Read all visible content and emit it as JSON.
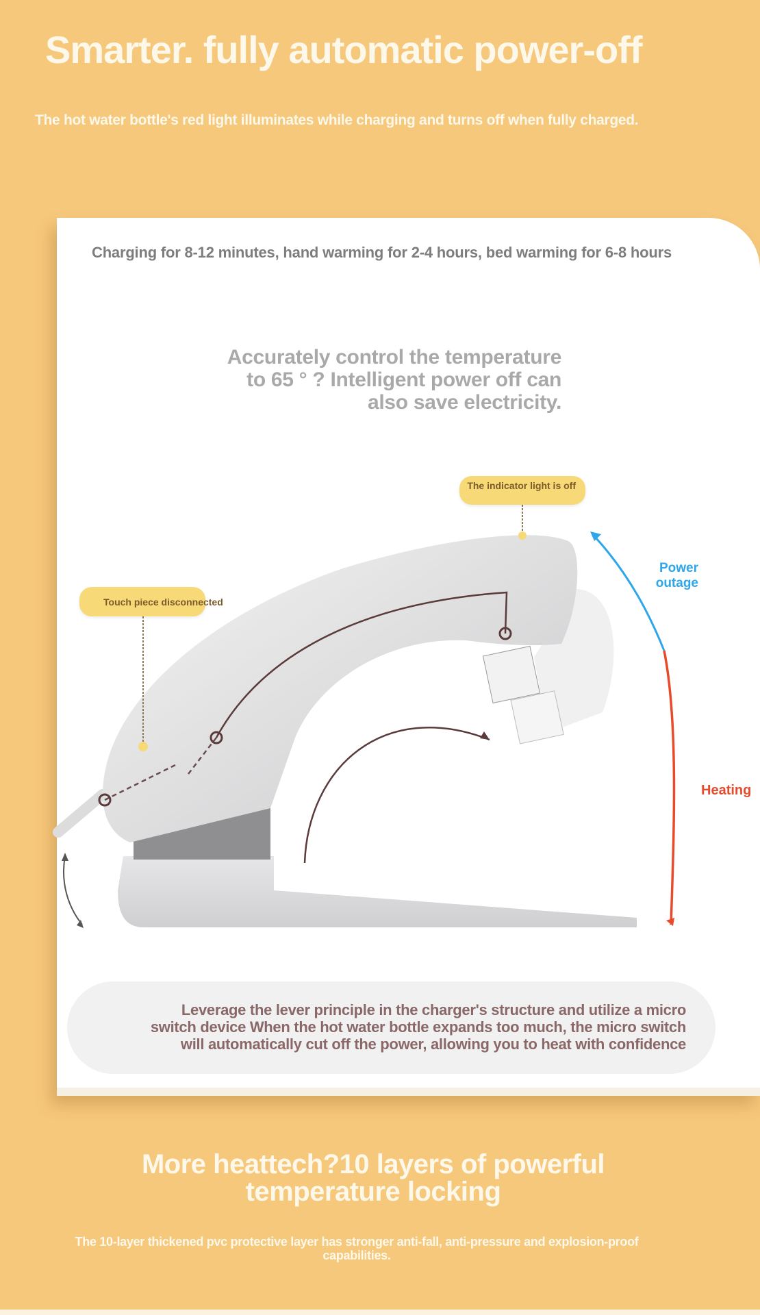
{
  "header": {
    "title": "Smarter. fully automatic power-off",
    "subtitle": "The hot water bottle's red light illuminates while charging and turns off when fully charged."
  },
  "card": {
    "charging_info": "Charging for 8-12 minutes, hand warming for 2-4 hours, bed warming for 6-8 hours",
    "accuracy_lines": [
      "Accurately control the temperature",
      "to 65 ° ? Intelligent power off can",
      "also save electricity."
    ],
    "callouts": {
      "indicator": "The indicator light is off",
      "touch_piece": "Touch piece disconnected",
      "power_outage": [
        "Power",
        "outage"
      ],
      "heating": "Heating"
    },
    "lever_lines": [
      "Leverage the lever principle in the charger's structure and utilize a micro",
      "switch device When the hot water bottle expands too much, the micro switch",
      "will automatically cut off the power, allowing you to heat with confidence"
    ]
  },
  "section2": {
    "title_lines": [
      "More heattech?10 layers of powerful",
      "temperature locking"
    ],
    "description_lines": [
      "The 10-layer thickened pvc protective layer has stronger anti-fall, anti-pressure and explosion-proof",
      "capabilities."
    ]
  },
  "colors": {
    "background": "#f6c87b",
    "power_outage": "#2ea6ea",
    "heating": "#e84a2c",
    "callout": "#f8d977"
  }
}
